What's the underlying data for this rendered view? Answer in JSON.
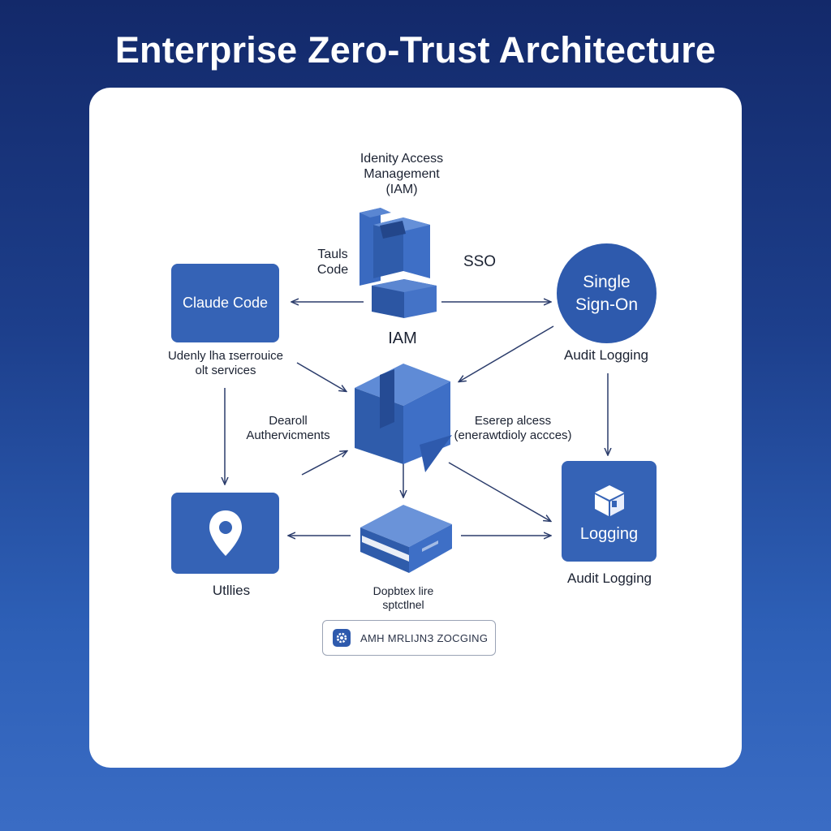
{
  "title": "Enterprise Zero-Trust Architecture",
  "nodes": {
    "iam_top_label": "Idenity Access\nManagement\n(IAM)",
    "tauls_code_label": "Tauls\nCode",
    "sso_label": "SSO",
    "claude_code_box": "Claude Code",
    "single_signon_circle": "Single\nSign-On",
    "audit_logging_label_1": "Audit Logging",
    "iam_center_label": "IAM",
    "udenly_label": "Udenly lha ɪserrouice\nolt services",
    "dearoll_label": "Dearoll\nAuthervicments",
    "eserep_label": "Eserep alcess\n(enerawtdioly accces)",
    "logging_box": "Logging",
    "audit_logging_label_2": "Audit Logging",
    "utlies_label": "Utllies",
    "dopbtex_label": "Dopbtex lire\nsptctlnel",
    "badge_text": "AMH MRLIJNЗ ZOCGING"
  },
  "colors": {
    "primary_blue": "#3563b6",
    "dark_blue": "#2e5aad",
    "arrow": "#2b3c6b",
    "background_top": "#13296a",
    "background_bottom": "#3a6cc4"
  },
  "icons": [
    "location-pin-icon",
    "cube-icon",
    "gear-icon"
  ]
}
